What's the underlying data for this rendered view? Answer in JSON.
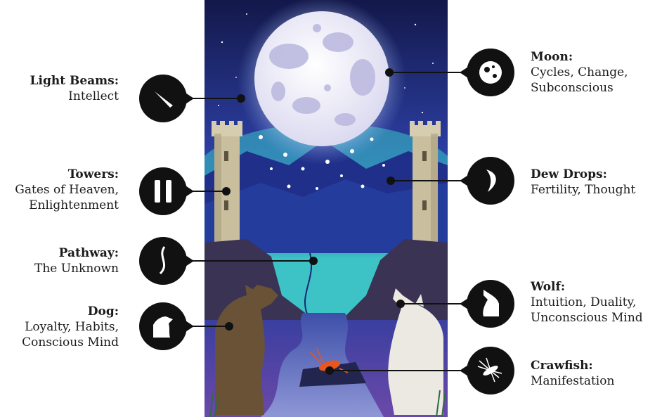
{
  "card": {
    "colors": {
      "sky_top": "#14194a",
      "sky_mid": "#2c3fa0",
      "glow": "#39c6c9",
      "moon": "#eeecf7",
      "moon_spots": "#b9b7de",
      "mountains": "#1f2f8a",
      "cliffs": "#3a3354",
      "river": "#7b87c8",
      "tower": "#c9bf9e",
      "dog": "#6a5236",
      "wolf": "#ebe9e2",
      "crawfish": "#e8551e"
    }
  },
  "symbols": [
    {
      "id": "light-beams",
      "title": "Light Beams:",
      "desc": "Intellect",
      "icon": "light-beam-icon"
    },
    {
      "id": "towers",
      "title": "Towers:",
      "desc": "Gates of Heaven,\nEnlightenment",
      "icon": "towers-icon"
    },
    {
      "id": "pathway",
      "title": "Pathway:",
      "desc": "The Unknown",
      "icon": "pathway-icon"
    },
    {
      "id": "dog",
      "title": "Dog:",
      "desc": "Loyalty, Habits,\nConscious Mind",
      "icon": "dog-icon"
    },
    {
      "id": "moon",
      "title": "Moon:",
      "desc": "Cycles, Change,\nSubconscious",
      "icon": "moon-icon"
    },
    {
      "id": "dew-drops",
      "title": "Dew Drops:",
      "desc": "Fertility, Thought",
      "icon": "dew-drop-icon"
    },
    {
      "id": "wolf",
      "title": "Wolf:",
      "desc": "Intuition, Duality,\nUnconscious Mind",
      "icon": "wolf-icon"
    },
    {
      "id": "crawfish",
      "title": "Crawfish:",
      "desc": "Manifestation",
      "icon": "crawfish-icon"
    }
  ],
  "leader_color": "#111111"
}
